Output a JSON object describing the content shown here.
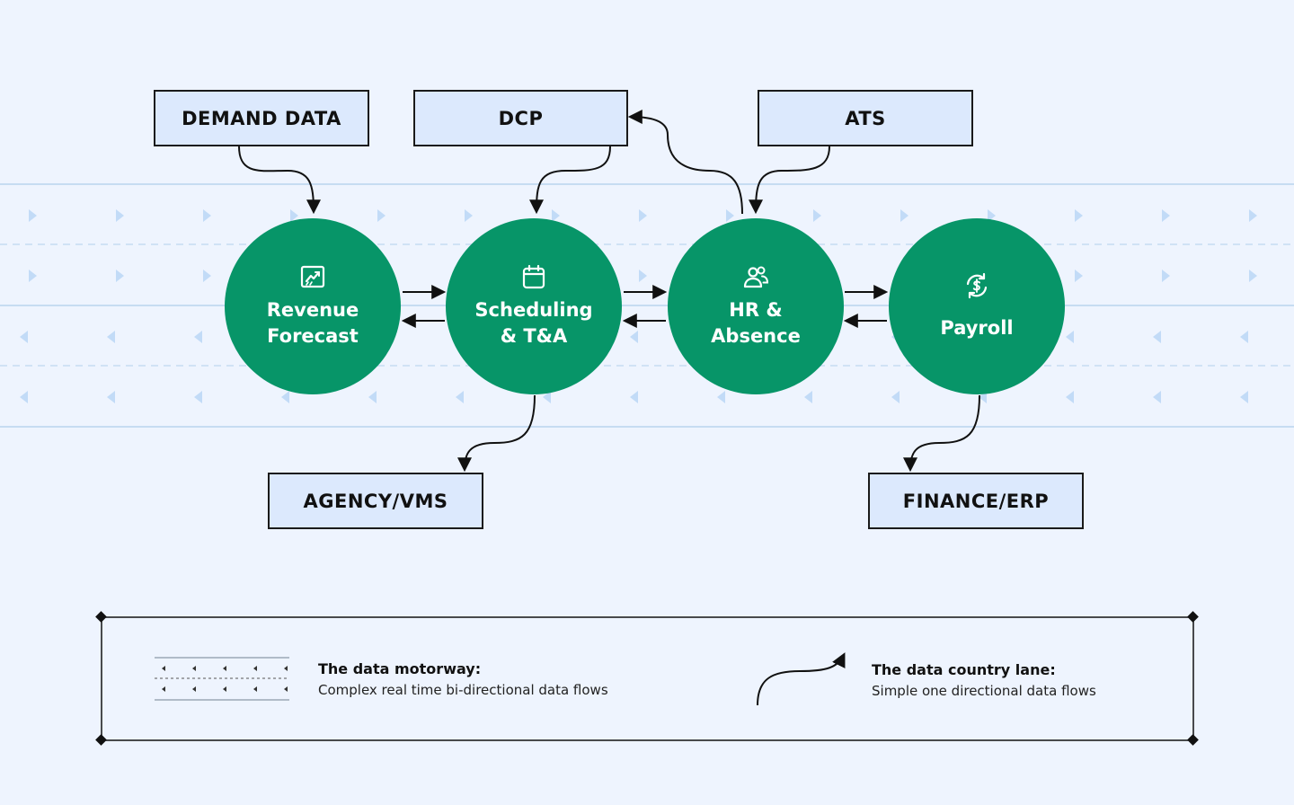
{
  "boxes": {
    "demand_data": "DEMAND DATA",
    "dcp": "DCP",
    "ats": "ATS",
    "agency_vms": "AGENCY/VMS",
    "finance_erp": "FINANCE/ERP"
  },
  "nodes": {
    "revenue_forecast": {
      "label": "Revenue\nForecast",
      "icon": "chart-icon"
    },
    "scheduling": {
      "label": "Scheduling\n& T&A",
      "icon": "calendar-icon"
    },
    "hr_absence": {
      "label": "HR &\nAbsence",
      "icon": "people-icon"
    },
    "payroll": {
      "label": "Payroll",
      "icon": "currency-exchange-icon"
    }
  },
  "legend": {
    "motorway_title": "The data motorway:",
    "motorway_desc": "Complex real time bi-directional data flows",
    "country_title": "The data country lane:",
    "country_desc": "Simple one directional data flows"
  },
  "colors": {
    "background": "#eef4fe",
    "node_fill": "#079568",
    "box_fill": "#dce9fd",
    "lane_lines": "#c6dcf2",
    "lane_chevrons": "#c2dbf7",
    "ink": "#111111"
  }
}
